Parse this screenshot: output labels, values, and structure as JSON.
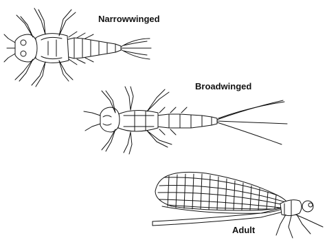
{
  "labels": {
    "narrowwinged": "Narrowwinged",
    "broadwinged": "Broadwinged",
    "adult": "Adult"
  },
  "colors": {
    "ink": "#111111",
    "background": "#ffffff"
  }
}
